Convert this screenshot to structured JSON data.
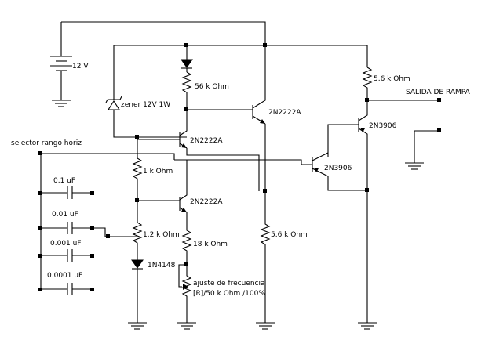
{
  "labels": {
    "battery": "12 V",
    "zener": "zener 12V 1W",
    "r56k": "56 k Ohm",
    "q1": "2N2222A",
    "q2": "2N2222A",
    "q3": "2N2222A",
    "r1k": "1 k Ohm",
    "r12k": "1.2 k Ohm",
    "diode": "1N4148",
    "r18k": "18 k Ohm",
    "pot1": "ajuste de frecuencia",
    "pot2": "[R]/50 k Ohm /100%",
    "r56k_mid": "5.6 k Ohm",
    "r56k_right": "5.6 k Ohm",
    "output": "SALIDA DE RAMPA",
    "q4": "2N3906",
    "q5": "2N3906",
    "selector": "selector rango horiz",
    "c1": "0.1 uF",
    "c2": "0.01 uF",
    "c3": "0.001 uF",
    "c4": "0.0001 uF"
  }
}
